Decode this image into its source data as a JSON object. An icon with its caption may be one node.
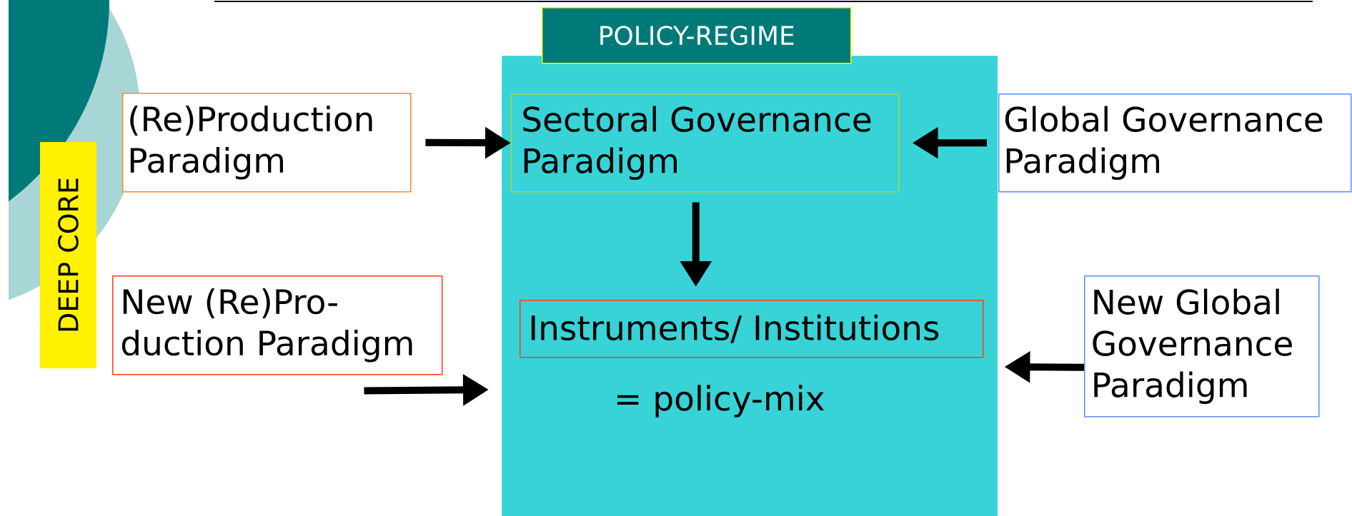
{
  "diagram": {
    "nodes": [
      {
        "text": [
          "POLICY-REGIME"
        ]
      },
      {
        "text": [
          "DEEP CORE"
        ]
      },
      {
        "text": [
          "(Re)Production Paradigm"
        ]
      },
      {
        "text": [
          "Sectoral Governance Paradigm"
        ],
        "in": 0
      },
      {
        "text": [
          "Global Governance Paradigm"
        ]
      },
      {
        "text": [
          "New (Re)Pro- duction Paradigm"
        ]
      },
      {
        "text": [
          "Instruments/ Institutions"
        ],
        "in": 0,
        "beside": [
          "= policy-mix"
        ]
      },
      {
        "text": [
          "New Global Governance Paradigm"
        ]
      }
    ],
    "edges": [
      {
        "from": 2,
        "to": 3,
        "arrow": "to"
      },
      {
        "from": 4,
        "to": 3,
        "arrow": "to"
      },
      {
        "from": 3,
        "to": 6,
        "arrow": "to"
      },
      {
        "from": 5,
        "to": 0,
        "arrow": "to"
      },
      {
        "from": 7,
        "to": 0,
        "arrow": "to"
      }
    ]
  }
}
